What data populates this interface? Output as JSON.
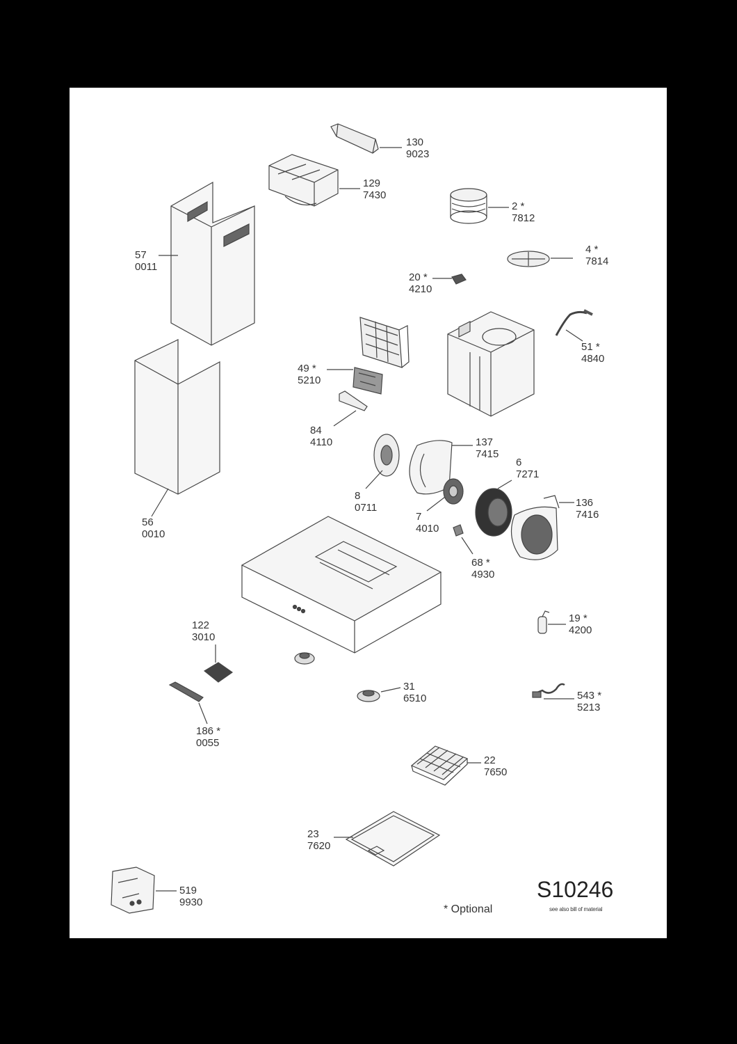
{
  "sheet": {
    "diagram_code": "S10246",
    "see_also_note": "see also bill of material",
    "optional_note": "* Optional"
  },
  "parts": [
    {
      "id": "p130",
      "ref": "130",
      "code": "9023"
    },
    {
      "id": "p129",
      "ref": "129",
      "code": "7430"
    },
    {
      "id": "p2",
      "ref": "2 *",
      "code": "7812"
    },
    {
      "id": "p57",
      "ref": "57",
      "code": "0011"
    },
    {
      "id": "p4",
      "ref": "4 *",
      "code": "7814"
    },
    {
      "id": "p20",
      "ref": "20 *",
      "code": "4210"
    },
    {
      "id": "p51",
      "ref": "51 *",
      "code": "4840"
    },
    {
      "id": "p49",
      "ref": "49 *",
      "code": "5210"
    },
    {
      "id": "p84",
      "ref": "84",
      "code": "4110"
    },
    {
      "id": "p137",
      "ref": "137",
      "code": "7415"
    },
    {
      "id": "p6",
      "ref": "6",
      "code": "7271"
    },
    {
      "id": "p8",
      "ref": "8",
      "code": "0711"
    },
    {
      "id": "p136",
      "ref": "136",
      "code": "7416"
    },
    {
      "id": "p7",
      "ref": "7",
      "code": "4010"
    },
    {
      "id": "p56",
      "ref": "56",
      "code": "0010"
    },
    {
      "id": "p68",
      "ref": "68 *",
      "code": "4930"
    },
    {
      "id": "p19",
      "ref": "19 *",
      "code": "4200"
    },
    {
      "id": "p122",
      "ref": "122",
      "code": "3010"
    },
    {
      "id": "p31",
      "ref": "31",
      "code": "6510"
    },
    {
      "id": "p543",
      "ref": "543 *",
      "code": "5213"
    },
    {
      "id": "p186",
      "ref": "186 *",
      "code": "0055"
    },
    {
      "id": "p22",
      "ref": "22",
      "code": "7650"
    },
    {
      "id": "p23",
      "ref": "23",
      "code": "7620"
    },
    {
      "id": "p519",
      "ref": "519",
      "code": "9930"
    }
  ]
}
